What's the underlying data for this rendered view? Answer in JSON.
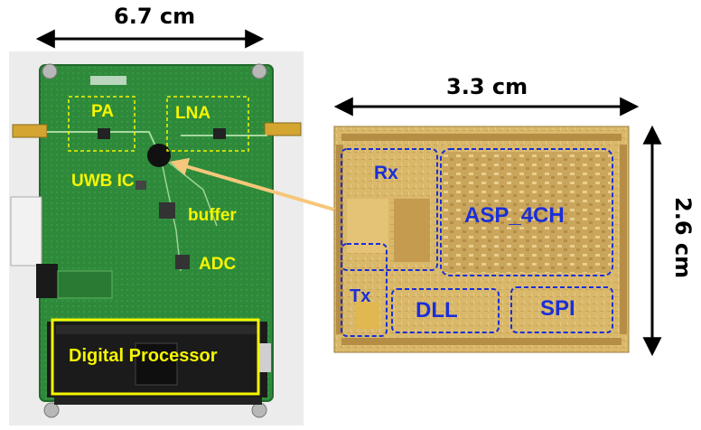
{
  "pcb": {
    "width_label": "6.7 cm",
    "labels": {
      "pa": "PA",
      "lna": "LNA",
      "uwb_ic": "UWB IC",
      "buffer": "buffer",
      "adc": "ADC",
      "digital_processor": "Digital Processor"
    }
  },
  "chip": {
    "width_label": "3.3 cm",
    "height_label": "2.6 cm",
    "blocks": {
      "rx": "Rx",
      "asp": "ASP_4CH",
      "tx": "Tx",
      "dll": "DLL",
      "spi": "SPI"
    }
  },
  "colors": {
    "pcb_green": "#2e8a3a",
    "label_yellow": "#f5f500",
    "block_blue": "#1a2fd8",
    "die_gold": "#d9b86a",
    "pointer_arrow": "#f6c77a"
  }
}
